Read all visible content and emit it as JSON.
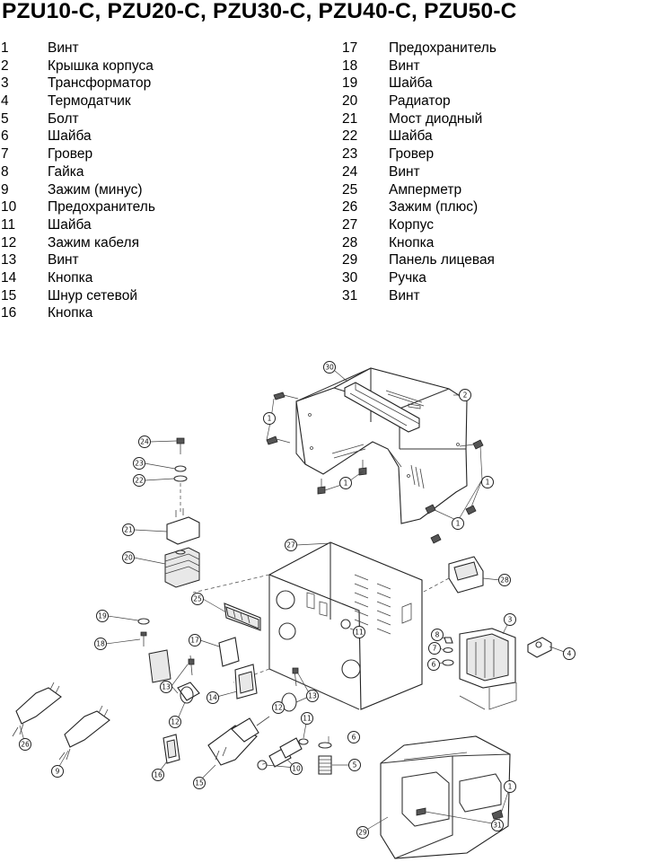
{
  "title": "PZU10-C, PZU20-C, PZU30-C, PZU40-C, PZU50-C",
  "parts_left": [
    {
      "num": "1",
      "name": "Винт"
    },
    {
      "num": "2",
      "name": "Крышка корпуса"
    },
    {
      "num": "3",
      "name": "Трансформатор"
    },
    {
      "num": "4",
      "name": "Термодатчик"
    },
    {
      "num": "5",
      "name": "Болт"
    },
    {
      "num": "6",
      "name": "Шайба"
    },
    {
      "num": "7",
      "name": "Гровер"
    },
    {
      "num": "8",
      "name": "Гайка"
    },
    {
      "num": "9",
      "name": "Зажим (минус)"
    },
    {
      "num": "10",
      "name": "Предохранитель"
    },
    {
      "num": "11",
      "name": "Шайба"
    },
    {
      "num": "12",
      "name": "Зажим кабеля"
    },
    {
      "num": "13",
      "name": "Винт"
    },
    {
      "num": "14",
      "name": "Кнопка"
    },
    {
      "num": "15",
      "name": "Шнур сетевой"
    },
    {
      "num": "16",
      "name": "Кнопка"
    }
  ],
  "parts_right": [
    {
      "num": "17",
      "name": "Предохранитель"
    },
    {
      "num": "18",
      "name": "Винт"
    },
    {
      "num": "19",
      "name": "Шайба"
    },
    {
      "num": "20",
      "name": "Радиатор"
    },
    {
      "num": "21",
      "name": "Мост диодный"
    },
    {
      "num": "22",
      "name": "Шайба"
    },
    {
      "num": "23",
      "name": "Гровер"
    },
    {
      "num": "24",
      "name": "Винт"
    },
    {
      "num": "25",
      "name": "Амперметр"
    },
    {
      "num": "26",
      "name": "Зажим (плюс)"
    },
    {
      "num": "27",
      "name": "Корпус"
    },
    {
      "num": "28",
      "name": "Кнопка"
    },
    {
      "num": "29",
      "name": "Панель лицевая"
    },
    {
      "num": "30",
      "name": "Ручка"
    },
    {
      "num": "31",
      "name": "Винт"
    }
  ],
  "callouts": {
    "c30": "30",
    "c2": "2",
    "c1a": "1",
    "c1b": "1",
    "c1c": "1",
    "c1d": "1",
    "c1e": "1",
    "c24": "24",
    "c23": "23",
    "c22": "22",
    "c21": "21",
    "c20": "20",
    "c27": "27",
    "c28": "28",
    "c25": "25",
    "c19": "19",
    "c18": "18",
    "c17": "17",
    "c13a": "13",
    "c13b": "13",
    "c11a": "11",
    "c11b": "11",
    "c14": "14",
    "c12a": "12",
    "c12b": "12",
    "c8": "8",
    "c7": "7",
    "c6a": "6",
    "c6b": "6",
    "c3": "3",
    "c4": "4",
    "c26": "26",
    "c9": "9",
    "c16": "16",
    "c15": "15",
    "c10": "10",
    "c5": "5",
    "c29": "29",
    "c31": "31"
  }
}
